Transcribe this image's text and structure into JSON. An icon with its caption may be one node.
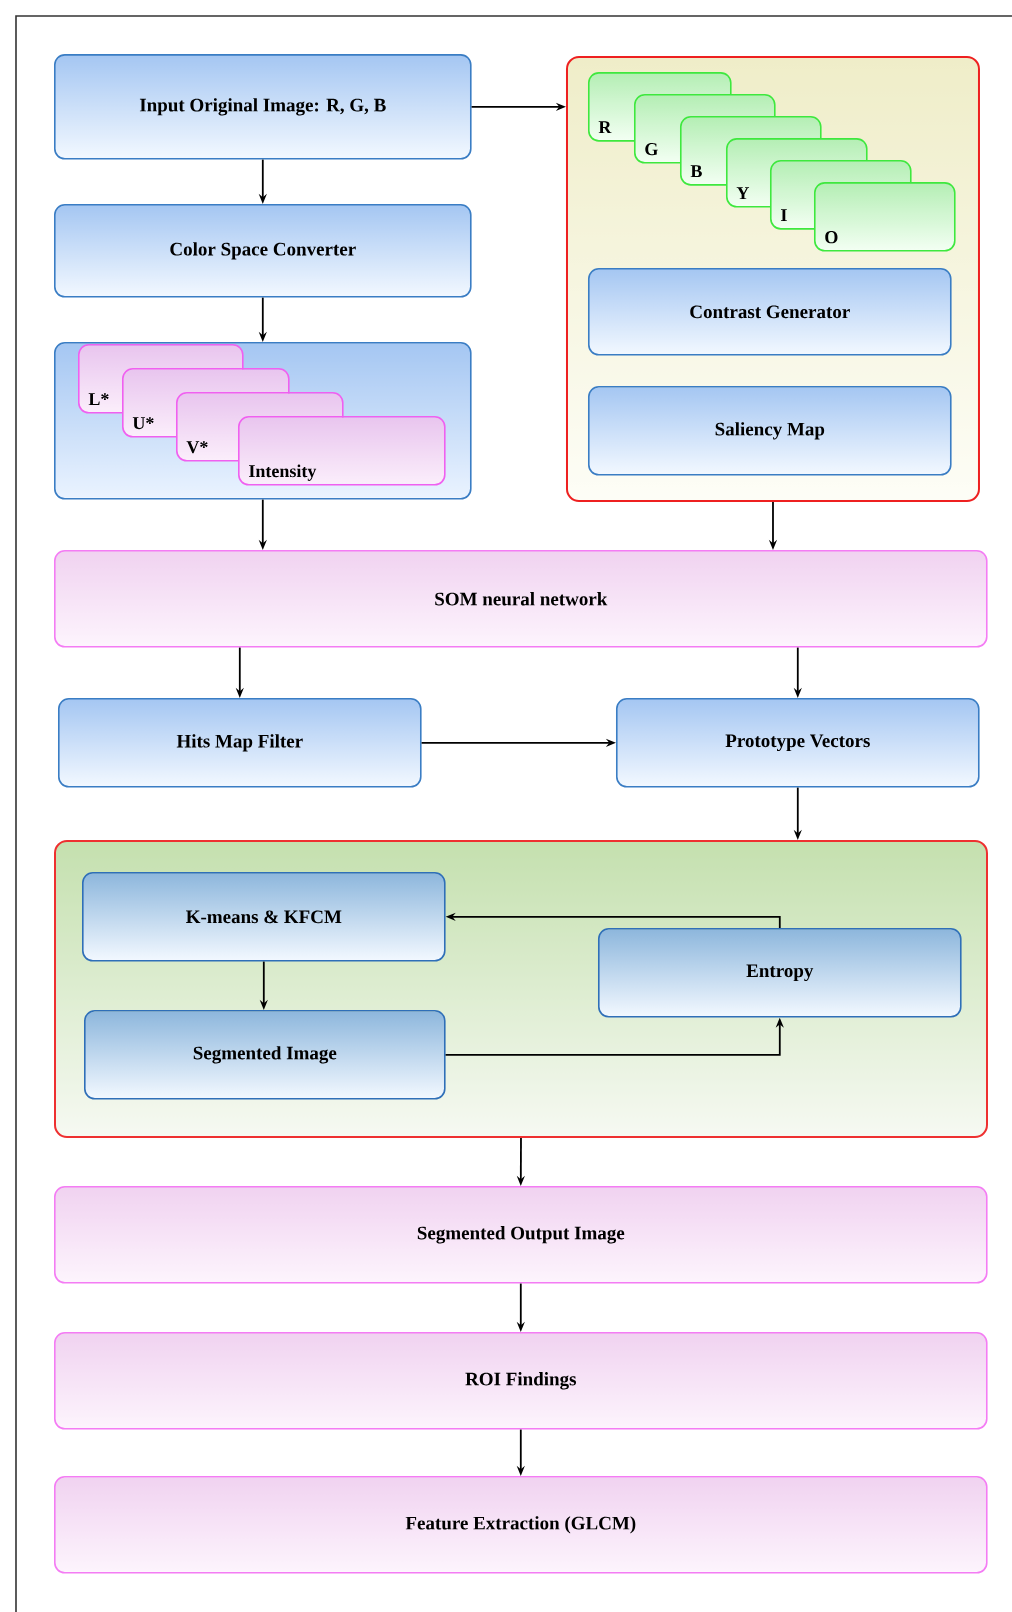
{
  "diagram": {
    "nodes": [
      {
        "text": [
          "Input Original Image: R, G, B"
        ]
      },
      {
        "text": [
          "Color Space Converter"
        ]
      },
      {
        "text": [],
        "shape": "box"
      },
      {
        "text": [
          "L*"
        ],
        "in": 2
      },
      {
        "text": [
          "U*"
        ],
        "in": 2
      },
      {
        "text": [
          "V*"
        ],
        "in": 2
      },
      {
        "text": [
          "Intensity"
        ],
        "in": 2
      },
      {
        "text": [],
        "shape": "box"
      },
      {
        "text": [
          "R"
        ],
        "in": 7
      },
      {
        "text": [
          "G"
        ],
        "in": 7
      },
      {
        "text": [
          "B"
        ],
        "in": 7
      },
      {
        "text": [
          "Y"
        ],
        "in": 7
      },
      {
        "text": [
          "I"
        ],
        "in": 7
      },
      {
        "text": [
          "O"
        ],
        "in": 7
      },
      {
        "text": [
          "Contrast Generator"
        ],
        "in": 7
      },
      {
        "text": [
          "Saliency Map"
        ],
        "in": 7
      },
      {
        "text": [
          "SOM neural network"
        ]
      },
      {
        "text": [
          "Hits Map Filter"
        ]
      },
      {
        "text": [
          "Prototype Vectors"
        ]
      },
      {
        "text": [],
        "shape": "box"
      },
      {
        "text": [
          "K-means & KFCM"
        ],
        "in": 19
      },
      {
        "text": [
          "Segmented Image"
        ],
        "in": 19
      },
      {
        "text": [
          "Entropy"
        ],
        "in": 19
      },
      {
        "text": [
          "Segmented Output Image"
        ]
      },
      {
        "text": [
          "ROI Findings"
        ]
      },
      {
        "text": [
          "Feature Extraction (GLCM)"
        ]
      }
    ],
    "edges": [
      {
        "from": 0,
        "to": 1,
        "arrow": "to"
      },
      {
        "from": 1,
        "to": 2,
        "arrow": "to"
      },
      {
        "from": 0,
        "to": 7,
        "arrow": "to"
      },
      {
        "from": 2,
        "to": 16,
        "arrow": "to"
      },
      {
        "from": 7,
        "to": 16,
        "arrow": "to"
      },
      {
        "from": 16,
        "to": 17,
        "arrow": "to"
      },
      {
        "from": 16,
        "to": 18,
        "arrow": "to"
      },
      {
        "from": 17,
        "to": 18,
        "arrow": "to"
      },
      {
        "from": 18,
        "to": 19,
        "arrow": "to"
      },
      {
        "from": 20,
        "to": 21,
        "arrow": "to"
      },
      {
        "from": 21,
        "to": 22,
        "arrow": "to"
      },
      {
        "from": 22,
        "to": 20,
        "arrow": "to"
      },
      {
        "from": 19,
        "to": 23,
        "arrow": "to"
      },
      {
        "from": 23,
        "to": 24,
        "arrow": "to"
      },
      {
        "from": 24,
        "to": 25,
        "arrow": "to"
      }
    ]
  }
}
